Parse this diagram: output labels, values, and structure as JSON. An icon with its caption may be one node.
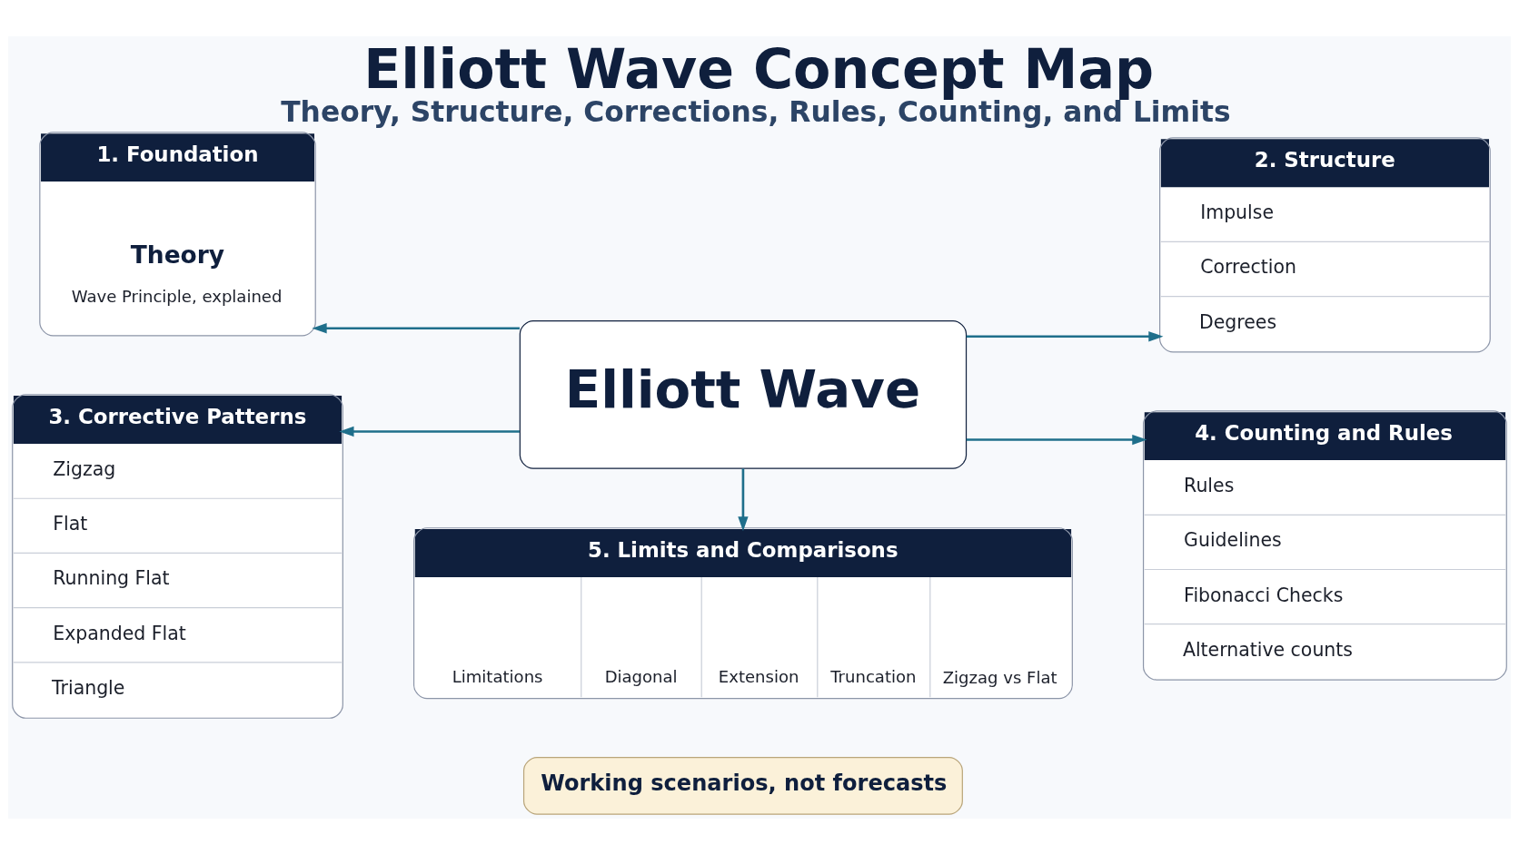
{
  "diagram": {
    "title": "Elliott Wave Concept Map",
    "caption": "Theory, Structure, Corrections, Rules, Counting, and Limits",
    "nodes": [
      {
        "text": [
          "1. Foundation",
          "Theory",
          "Wave Principle, explained"
        ]
      },
      {
        "text": [
          "Elliott Wave"
        ]
      },
      {
        "text": [
          "2. Structure",
          "Impulse",
          "Correction",
          "Degrees"
        ]
      },
      {
        "text": [
          "3. Corrective Patterns",
          "Zigzag",
          "Flat",
          "Running Flat",
          "Expanded Flat",
          "Triangle"
        ]
      },
      {
        "text": [
          "4. Counting and Rules",
          "Rules",
          "Guidelines",
          "Fibonacci Checks",
          "Alternative counts"
        ]
      },
      {
        "text": [
          "5. Limits and Comparisons",
          "Limitations",
          "Diagonal",
          "Extension",
          "Truncation",
          "Zigzag vs Flat"
        ]
      },
      {
        "text": [
          "Working scenarios, not forecasts"
        ]
      }
    ],
    "edges": [
      {
        "from": 1,
        "to": 0,
        "arrow": "to"
      },
      {
        "from": 1,
        "to": 2,
        "arrow": "to"
      },
      {
        "from": 1,
        "to": 3,
        "arrow": "to"
      },
      {
        "from": 1,
        "to": 4,
        "arrow": "to"
      },
      {
        "from": 1,
        "to": 5,
        "arrow": "to"
      }
    ]
  }
}
